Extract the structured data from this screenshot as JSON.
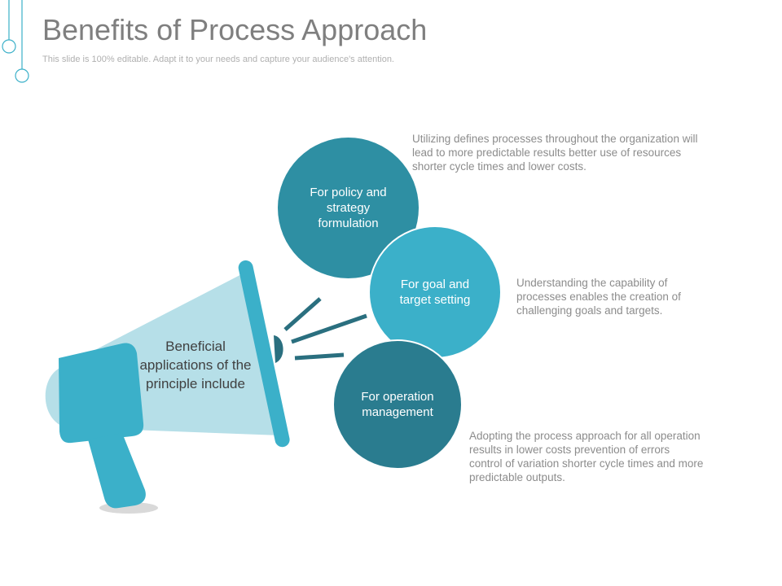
{
  "header": {
    "title": "Benefits of Process Approach",
    "subtitle": "This slide is 100% editable. Adapt it to your needs and capture your audience's attention."
  },
  "diagram": {
    "center_label": "Beneficial applications of the principle include",
    "items": [
      {
        "label": "For policy and strategy formulation",
        "description": "Utilizing defines processes throughout the organization will lead to more predictable results better use of resources shorter cycle times and lower costs.",
        "color": "#2e8fa3"
      },
      {
        "label": "For goal and target setting",
        "description": "Understanding the capability of processes enables the creation of challenging goals and targets.",
        "color": "#3bb0c9"
      },
      {
        "label": "For operation management",
        "description": "Adopting the process approach for all operation results in lower costs prevention of errors control of variation shorter cycle times and more predictable outputs.",
        "color": "#2a7c8f"
      }
    ],
    "icon": "megaphone-icon"
  },
  "colors": {
    "accent": "#3bb0c9",
    "dark_accent": "#2a6f7f",
    "cone_light": "#b6dfe8",
    "title_gray": "#7f7f7f"
  }
}
